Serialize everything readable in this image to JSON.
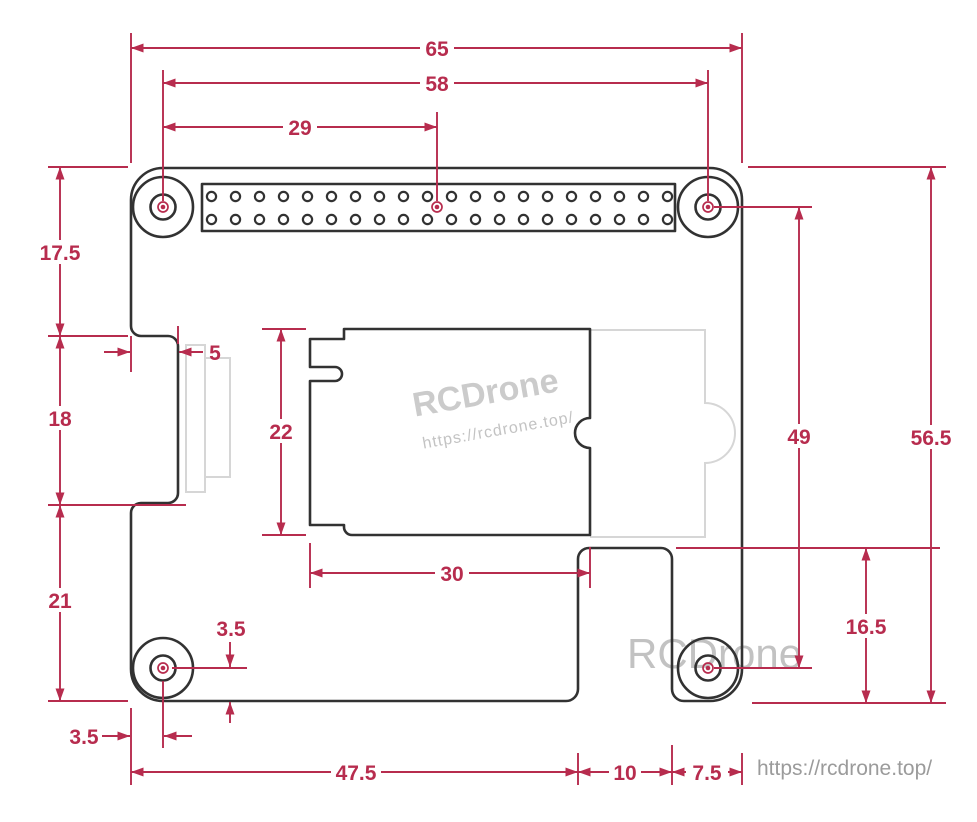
{
  "drawing": {
    "dims": {
      "overall_width": "65",
      "hole_span_x": "58",
      "hole_to_header_center": "29",
      "top_to_recess": "17.5",
      "recess_height": "18",
      "recess_to_bottom": "21",
      "recess_depth": "5",
      "module_height": "22",
      "module_width": "30",
      "hole_span_y": "49",
      "overall_height": "56.5",
      "notch_depth": "16.5",
      "hole_offset_bottom": "3.5",
      "hole_offset_left": "3.5",
      "left_to_notch": "47.5",
      "notch_width": "10",
      "notch_to_right_edge": "7.5"
    },
    "watermarks": {
      "brand_center": "RCDrone",
      "url_center": "https://rcdrone.top/",
      "brand_bottom": "RCDrone",
      "url_bottom": "https://rcdrone.top/"
    },
    "colors": {
      "dimension_red": "#b72c4e",
      "outline_dark": "#323232",
      "outline_light": "#d6d6d6",
      "watermark_gray": "#c6c6c6",
      "url_gray": "#9b9b9b"
    }
  }
}
